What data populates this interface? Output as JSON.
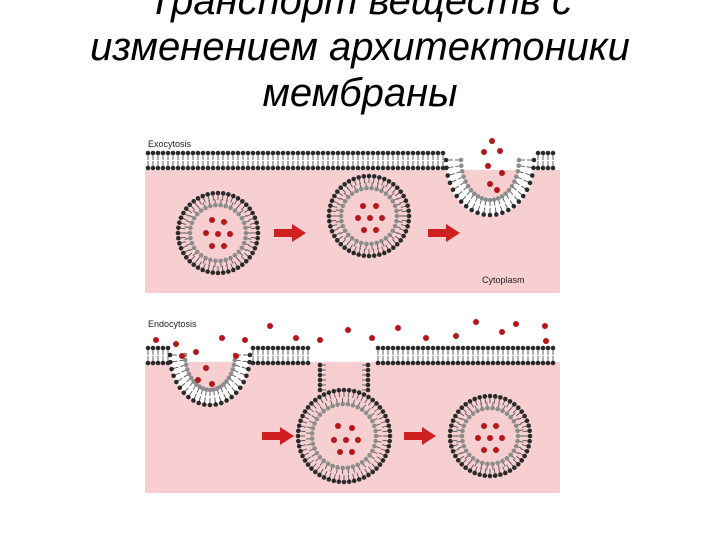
{
  "slide": {
    "title_lines": [
      "Транспорт веществ с",
      "изменением  архитектоники",
      "мембраны"
    ]
  },
  "figure": {
    "exocytosis_label": "Exocytosis",
    "cytoplasm_label": "Cytoplasm",
    "endocytosis_label": "Endocytosis"
  },
  "colors": {
    "cytoplasm": "#f7cfd1",
    "background": "#ffffff",
    "lipid_head_dark": "#2a2a2a",
    "lipid_head_gray": "#8c8c8c",
    "cargo": "#b4161b",
    "arrow": "#cf1f1f"
  }
}
